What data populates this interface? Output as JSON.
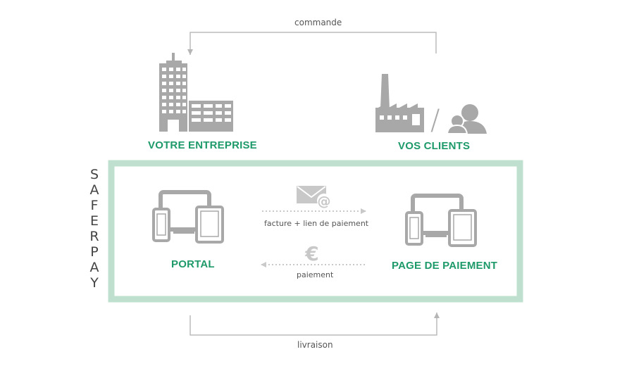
{
  "colors": {
    "green": "#1e9a6a",
    "frame": "#bfe0cf",
    "icon_gray": "#a8a8a8",
    "arrow_gray": "#bbbbbb"
  },
  "labels": {
    "commande": "commande",
    "livraison": "livraison",
    "votre_entreprise": "VOTRE ENTREPRISE",
    "vos_clients": "VOS CLIENTS",
    "portal": "PORTAL",
    "page_de_paiement": "PAGE DE PAIEMENT",
    "facture": "facture + lien de paiement",
    "paiement": "paiement",
    "separator": "/"
  },
  "brand": {
    "letters": [
      "S",
      "A",
      "F",
      "E",
      "R",
      "P",
      "A",
      "Y"
    ]
  },
  "icons": {
    "company": "office-building-icon",
    "clients_factory": "factory-icon",
    "clients_people": "users-icon",
    "portal_devices": "devices-icon",
    "payment_devices": "devices-icon",
    "mail": "mail-at-icon",
    "euro": "euro-icon"
  }
}
